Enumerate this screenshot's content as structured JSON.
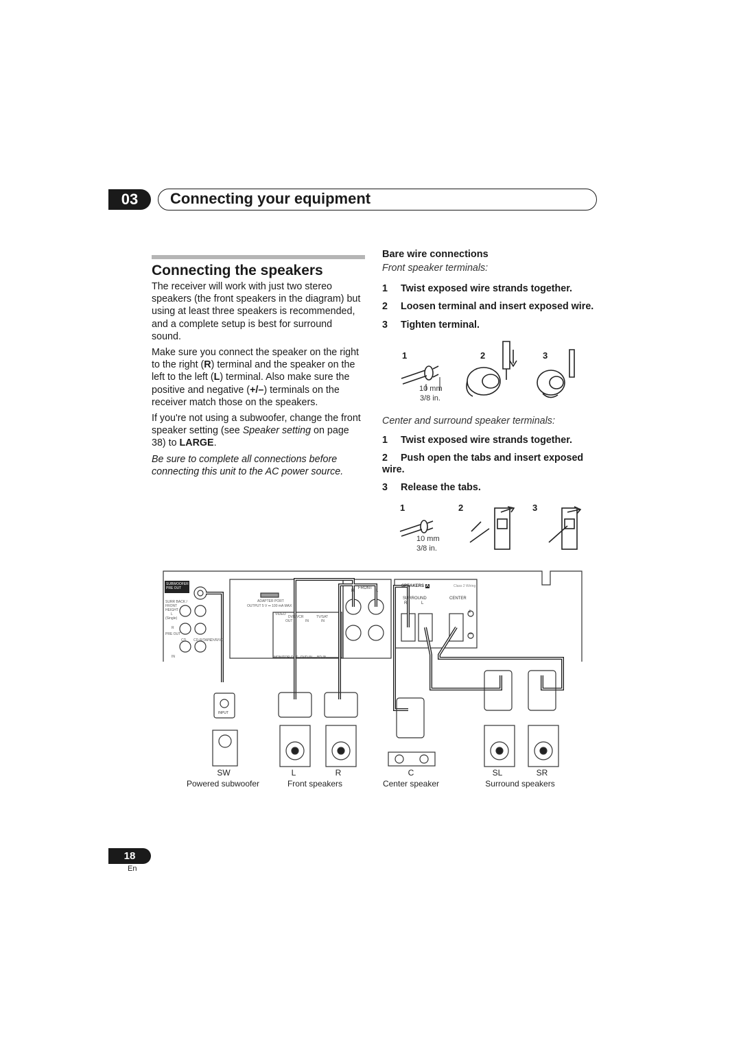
{
  "header": {
    "chapter_number": "03",
    "chapter_title": "Connecting your equipment"
  },
  "left": {
    "section_title": "Connecting the speakers",
    "p1": "The receiver will work with just two stereo speakers (the front speakers in the diagram) but using at least three speakers is recommended, and a complete setup is best for surround sound.",
    "p2_a": "Make sure you connect the speaker on the right to the right (",
    "p2_R": "R",
    "p2_b": ") terminal and the speaker on the left to the left (",
    "p2_L": "L",
    "p2_c": ") terminal. Also make sure the positive and negative (",
    "p2_pm": "+/–",
    "p2_d": ") terminals on the receiver match those on the speakers.",
    "p3_a": "If you're not using a subwoofer, change the front speaker setting (see ",
    "p3_link": "Speaker setting",
    "p3_b": " on page 38) to ",
    "p3_large": "LARGE",
    "p3_c": ".",
    "note": "Be sure to complete all connections before connecting this unit to the AC power source."
  },
  "right": {
    "title": "Bare wire connections",
    "front_sub": "Front speaker terminals:",
    "front_steps": [
      {
        "n": "1",
        "text": "Twist exposed wire strands together."
      },
      {
        "n": "2",
        "text": "Loosen terminal and insert exposed wire."
      },
      {
        "n": "3",
        "text": "Tighten terminal."
      }
    ],
    "fig_nums": [
      "1",
      "2",
      "3"
    ],
    "mm": "10 mm",
    "inch": "3/8 in.",
    "center_sub": "Center and surround speaker terminals:",
    "center_steps": [
      {
        "n": "1",
        "text": "Twist exposed wire strands together."
      },
      {
        "n": "2",
        "text": "Push open the tabs and insert exposed"
      },
      {
        "n": "",
        "text": "wire."
      },
      {
        "n": "3",
        "text": "Release the tabs."
      }
    ]
  },
  "diagram": {
    "panel": {
      "subwoofer": "SUBWOOFER",
      "preout": "PRE OUT",
      "surr_back": "SURR BACK /",
      "front": "FRONT",
      "height": "HEIGHT",
      "l": "L",
      "single": "(Single)",
      "r": "R",
      "pre_out2": "PRE OUT",
      "cd": "CD",
      "cdrtape": "CD-R/TAPE",
      "dvrvcr": "DVR/VC",
      "in": "IN",
      "adapter": "ADAPTER PORT",
      "output": "OUTPUT 5 V ⎓ 100 mA MAX",
      "video": "VIDEO",
      "dvr_vcr": "DVR/VCR",
      "out": "OUT",
      "in2": "IN",
      "tvsat": "TV/SAT",
      "in3": "IN",
      "monitor": "MONITOR OUT",
      "dvdin": "DVD IN",
      "bdin": "BD IN",
      "front_lbl": "FRONT",
      "R": "R",
      "L": "L",
      "speakers": "SPEAKERS",
      "a": "A",
      "class": "Class 2 Wiring",
      "surround": "SURROUND",
      "center": "CENTER",
      "plus": "+",
      "minus": "–"
    },
    "input": "INPUT",
    "speaker_codes": [
      "SW",
      "L",
      "R",
      "C",
      "SL",
      "SR"
    ],
    "speaker_names": [
      "Powered subwoofer",
      "Front speakers",
      "Center speaker",
      "Surround speakers"
    ]
  },
  "footer": {
    "page": "18",
    "lang": "En"
  }
}
